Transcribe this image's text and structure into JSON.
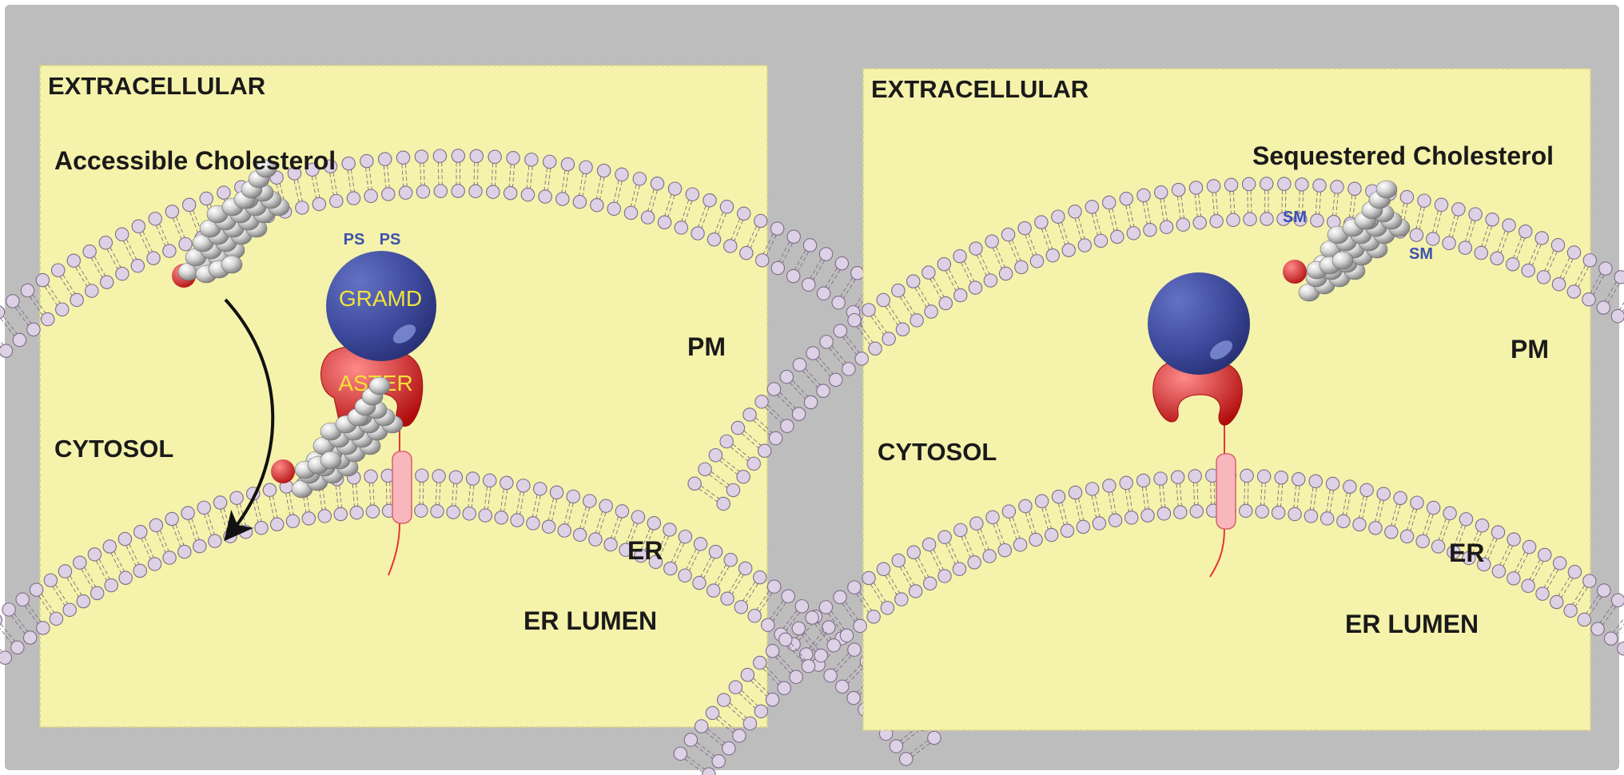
{
  "colors": {
    "frame": "#bdbdbd",
    "panel": "#f5f2ab",
    "lipid_head": "#ddd1e6",
    "lipid_stroke": "#7e6c86",
    "gramd": "#3e4a9f",
    "aster": "#e53535",
    "tm_helix": "#f7b7bc",
    "label_yellow": "#f3e23a",
    "lipid_label_blue": "#3c52b0",
    "cholesterol_head": "#d01a1a"
  },
  "panels": [
    {
      "extracellular": "EXTRACELLULAR",
      "title": "Accessible Cholesterol",
      "cytosol": "CYTOSOL",
      "pm": "PM",
      "er": "ER",
      "er_lumen": "ER LUMEN",
      "lipid_labels": [
        "PS",
        "PS"
      ],
      "gramd_label": "GRAMD",
      "aster_label": "ASTER",
      "transfer_arrow": true
    },
    {
      "extracellular": "EXTRACELLULAR",
      "title": "Sequestered Cholesterol",
      "cytosol": "CYTOSOL",
      "pm": "PM",
      "er": "ER",
      "er_lumen": "ER LUMEN",
      "lipid_labels": [
        "SM",
        "SM"
      ],
      "transfer_arrow": false
    }
  ]
}
